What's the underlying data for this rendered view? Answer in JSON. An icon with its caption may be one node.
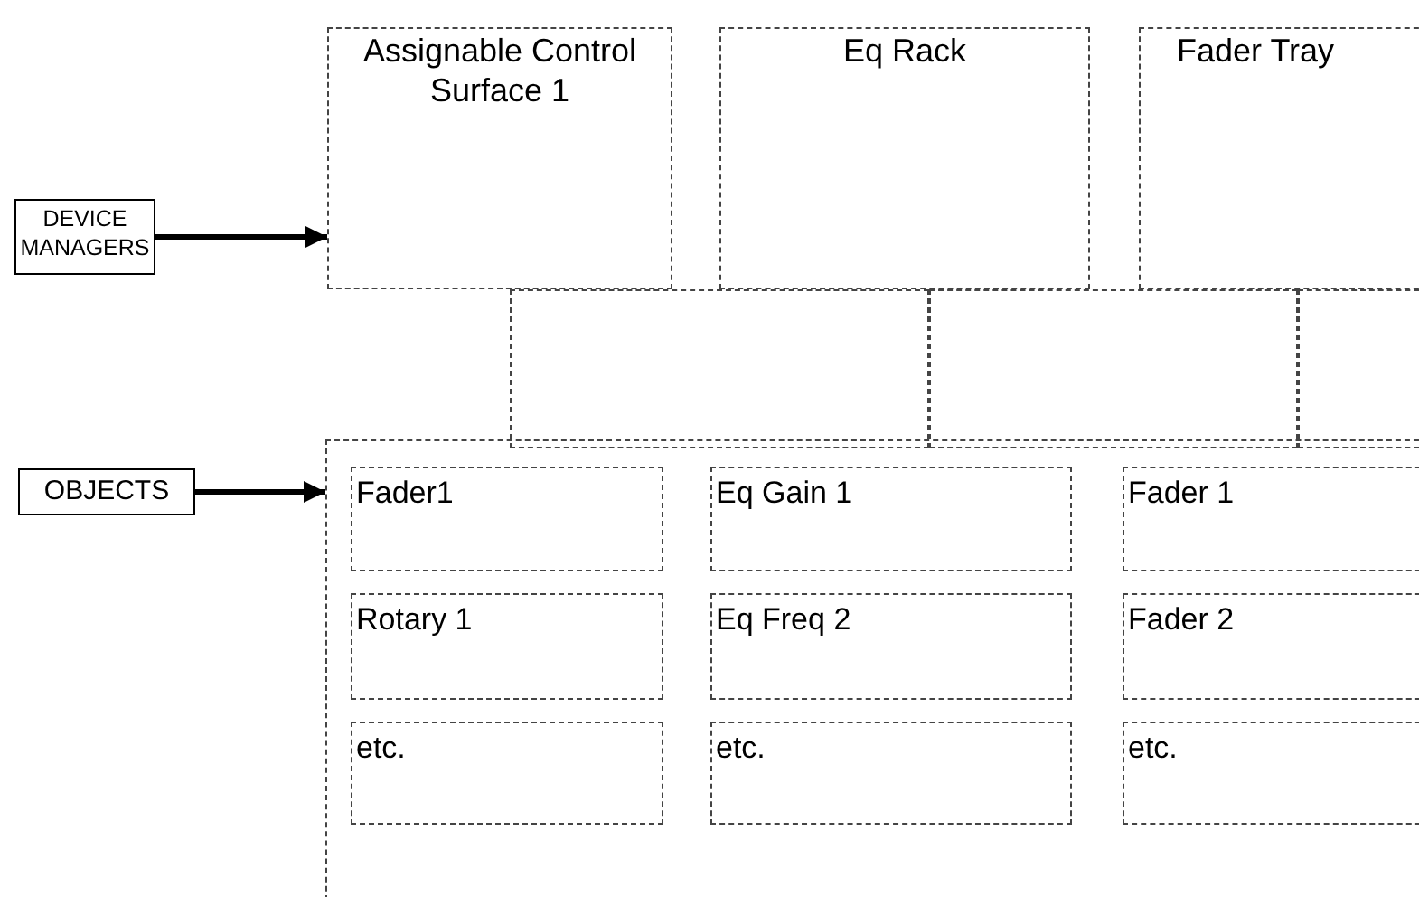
{
  "diagram": {
    "nodes": [
      {
        "text": [
          "DEVICE MANAGERS"
        ]
      },
      {
        "text": [
          "Assignable Control Surface 1"
        ]
      },
      {
        "text": [
          "Eq Rack"
        ]
      },
      {
        "text": [
          "Fader Tray"
        ]
      },
      {
        "text": [],
        "shape": "box"
      },
      {
        "text": [],
        "shape": "box"
      },
      {
        "text": [],
        "shape": "box"
      },
      {
        "text": [
          "OBJECTS"
        ]
      },
      {
        "text": [],
        "shape": "box"
      },
      {
        "text": [
          "Fader1"
        ],
        "in": 8
      },
      {
        "text": [
          "Eq Gain 1"
        ],
        "in": 8
      },
      {
        "text": [
          "Fader 1"
        ],
        "in": 8
      },
      {
        "text": [
          "Rotary 1"
        ],
        "in": 8
      },
      {
        "text": [
          "Eq Freq 2"
        ],
        "in": 8
      },
      {
        "text": [
          "Fader 2"
        ],
        "in": 8
      },
      {
        "text": [
          "etc."
        ],
        "in": 8
      },
      {
        "text": [
          "etc."
        ],
        "in": 8
      },
      {
        "text": [
          "etc."
        ],
        "in": 8
      }
    ],
    "edges": [
      {
        "from": 0,
        "to": 1,
        "arrow": "to"
      },
      {
        "from": 7,
        "to": 8,
        "arrow": "to"
      }
    ]
  }
}
